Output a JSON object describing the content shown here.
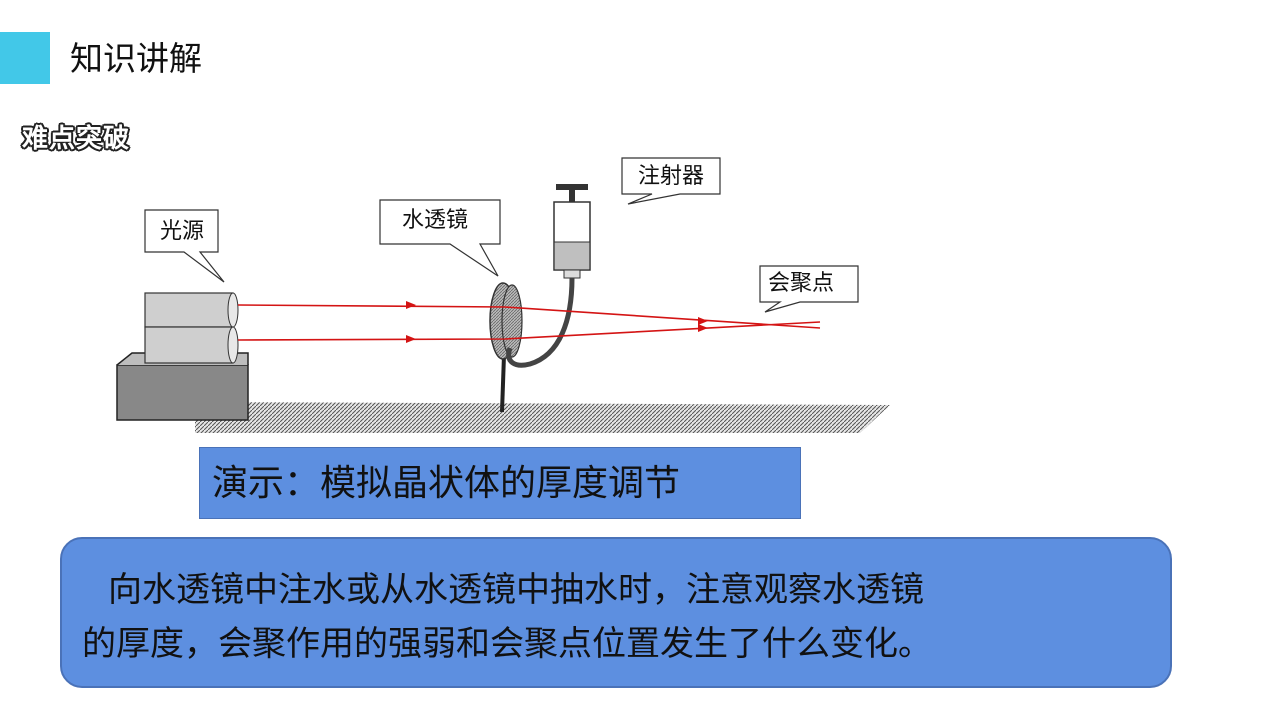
{
  "header": {
    "title": "知识讲解"
  },
  "section": {
    "label": "难点突破"
  },
  "diagram": {
    "callouts": {
      "light_source": "光源",
      "water_lens": "水透镜",
      "syringe": "注射器",
      "focal_point": "会聚点"
    }
  },
  "demo": {
    "title": "演示：模拟晶状体的厚度调节"
  },
  "note": {
    "line1": "向水透镜中注水或从水透镜中抽水时，注意观察水透镜",
    "line2": "的厚度，会聚作用的强弱和会聚点位置发生了什么变化。"
  },
  "colors": {
    "accent": "#42c8e8",
    "box_fill": "#5d8fe0",
    "ray": "#d41414"
  }
}
